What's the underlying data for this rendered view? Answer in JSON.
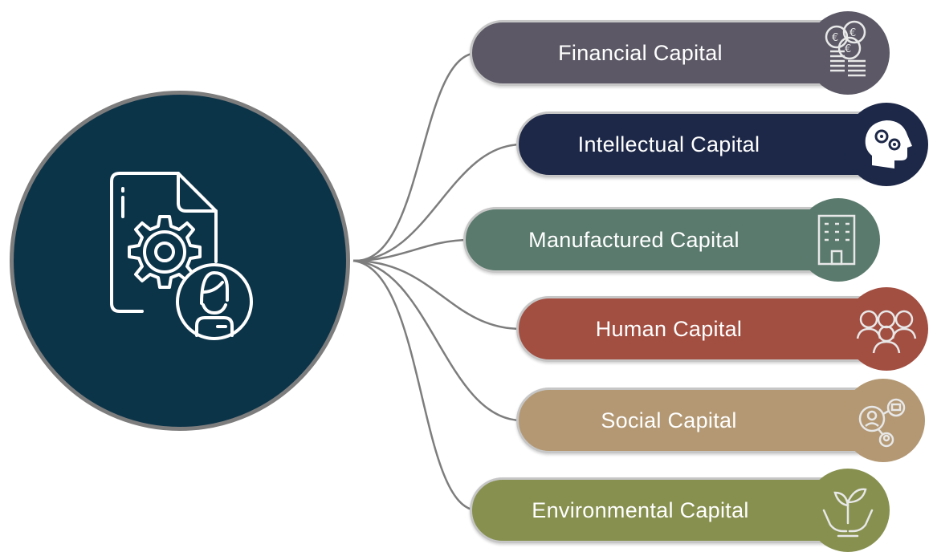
{
  "diagram": {
    "capitals": [
      {
        "label": "Financial Capital",
        "color": "#5c5866",
        "icon": "coins-stack-icon"
      },
      {
        "label": "Intellectual Capital",
        "color": "#1d2848",
        "icon": "head-gears-icon"
      },
      {
        "label": "Manufactured Capital",
        "color": "#5a7a6d",
        "icon": "office-building-icon"
      },
      {
        "label": "Human Capital",
        "color": "#a24e41",
        "icon": "people-group-icon"
      },
      {
        "label": "Social Capital",
        "color": "#b39873",
        "icon": "social-network-icon"
      },
      {
        "label": "Environmental Capital",
        "color": "#87904f",
        "icon": "plant-in-hands-icon"
      }
    ],
    "hub": {
      "color": "#0c3449",
      "icon": "document-gear-person-icon"
    },
    "connector_color": "#7d7d7d"
  }
}
